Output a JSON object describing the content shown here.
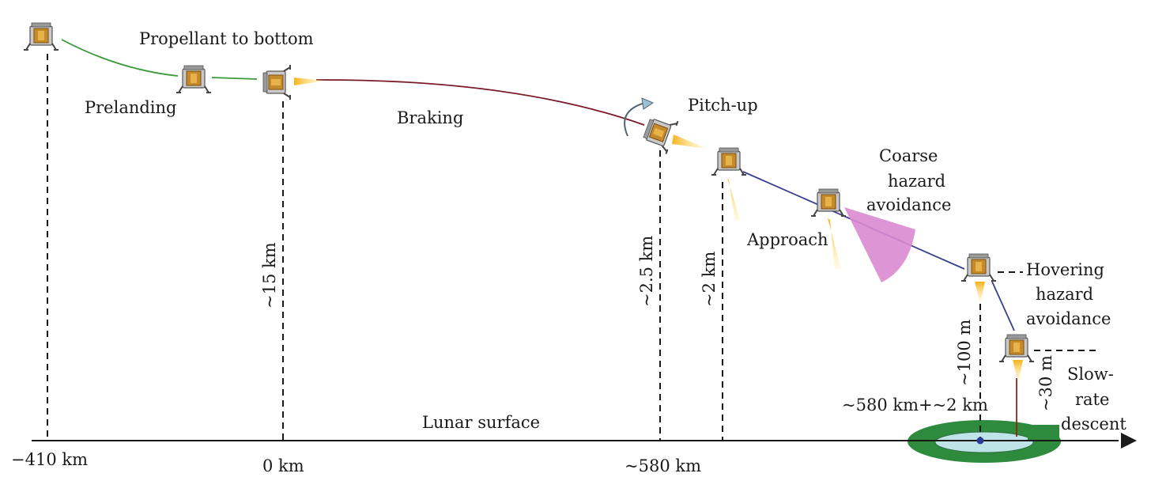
{
  "labels": {
    "propellant": "Propellant to bottom",
    "prelanding": "Prelanding",
    "braking": "Braking",
    "pitch_up": "Pitch-up",
    "coarse_1": "Coarse",
    "coarse_2": "hazard",
    "coarse_3": "avoidance",
    "approach": "Approach",
    "hover_1": "Hovering",
    "hover_2": "hazard",
    "hover_3": "avoidance",
    "slow_1": "Slow-",
    "slow_2": "rate",
    "slow_3": "descent",
    "lunar_surface": "Lunar surface",
    "range_label": "~580 km+~2 km"
  },
  "altitudes": {
    "alt_15km": "~15 km",
    "alt_2_5km": "~2.5 km",
    "alt_2km": "~2 km",
    "alt_100m": "~100 m",
    "alt_30m": "~30 m"
  },
  "axis": {
    "tick_neg410": "−410 km",
    "tick_0": "0 km",
    "tick_580": "~580 km"
  },
  "colors": {
    "prelanding_path": "#3a9a3a",
    "braking_path": "#7a1a2a",
    "approach_path": "#3b3f8f",
    "final_descent": "#8a2a1a",
    "hazard_cone": "#d98ad0",
    "landing_outer": "#2e8b3e",
    "landing_inner": "#bfe4e8",
    "flame": "#f3c81e",
    "lander_body": "#c58a2a"
  }
}
